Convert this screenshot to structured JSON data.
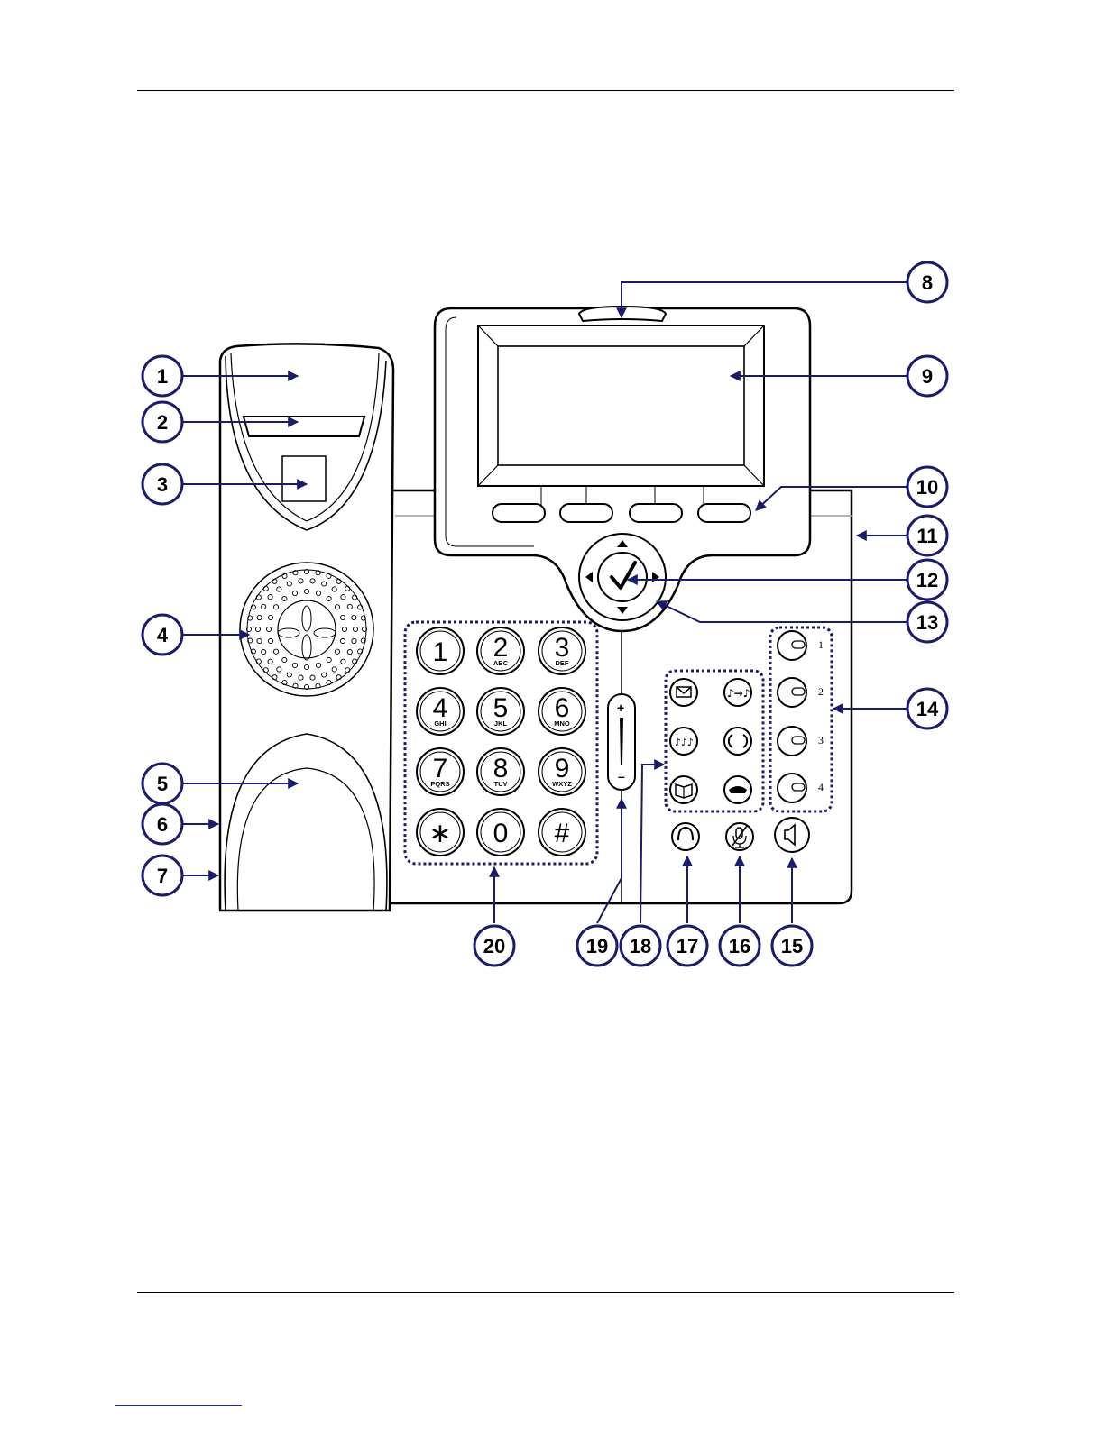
{
  "callouts": [
    "1",
    "2",
    "3",
    "4",
    "5",
    "6",
    "7",
    "8",
    "9",
    "10",
    "11",
    "12",
    "13",
    "14",
    "15",
    "16",
    "17",
    "18",
    "19",
    "20"
  ],
  "keypad": [
    {
      "digit": "1",
      "letters": ""
    },
    {
      "digit": "2",
      "letters": "ABC"
    },
    {
      "digit": "3",
      "letters": "DEF"
    },
    {
      "digit": "4",
      "letters": "GHI"
    },
    {
      "digit": "5",
      "letters": "JKL"
    },
    {
      "digit": "6",
      "letters": "MNO"
    },
    {
      "digit": "7",
      "letters": "PQRS"
    },
    {
      "digit": "8",
      "letters": "TUV"
    },
    {
      "digit": "9",
      "letters": "WXYZ"
    },
    {
      "digit": "∗",
      "letters": ""
    },
    {
      "digit": "0",
      "letters": ""
    },
    {
      "digit": "#",
      "letters": ""
    }
  ],
  "line_keys": [
    "1",
    "2",
    "3",
    "4"
  ],
  "colors": {
    "callout_ring": "#1a1a6e",
    "arrow": "#1a1a6e",
    "outline": "#000000"
  }
}
